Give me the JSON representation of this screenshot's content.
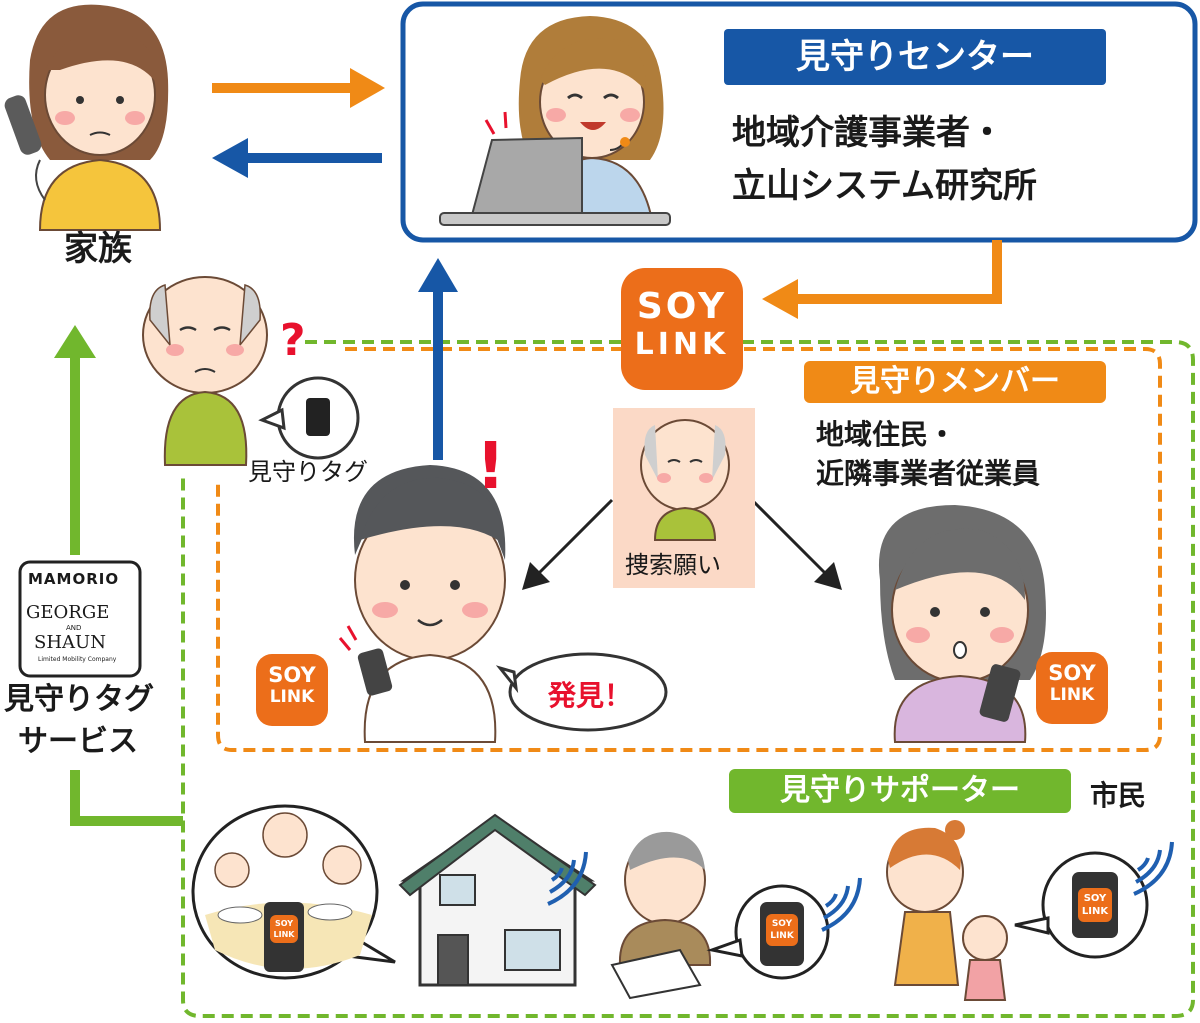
{
  "colors": {
    "blue": "#1757a6",
    "orange": "#f08a16",
    "green": "#71b72d",
    "red": "#e8112d",
    "soylink": "#ec6e1a"
  },
  "center": {
    "title": "見守りセンター",
    "line1": "地域介護事業者・",
    "line2": "立山システム研究所"
  },
  "family_label": "家族",
  "tag_label": "見守りタグ",
  "tag_service": {
    "line1": "見守りタグ",
    "line2": "サービス",
    "logo_mamorio": "MAMORIO",
    "logo_george": "GEORGE",
    "logo_and": "AND",
    "logo_shaun": "SHAUN",
    "logo_sub": "Limited Mobility Company"
  },
  "app": {
    "line1": "SOY",
    "line2": "LINK"
  },
  "member": {
    "title": "見守りメンバー",
    "line1": "地域住民・",
    "line2": "近隣事業者従業員"
  },
  "search_label": "捜索願い",
  "found_label": "発見！",
  "question_mark": "?",
  "exclaim_mark": "!",
  "supporter": {
    "title": "見守りサポーター",
    "sub": "市民"
  }
}
